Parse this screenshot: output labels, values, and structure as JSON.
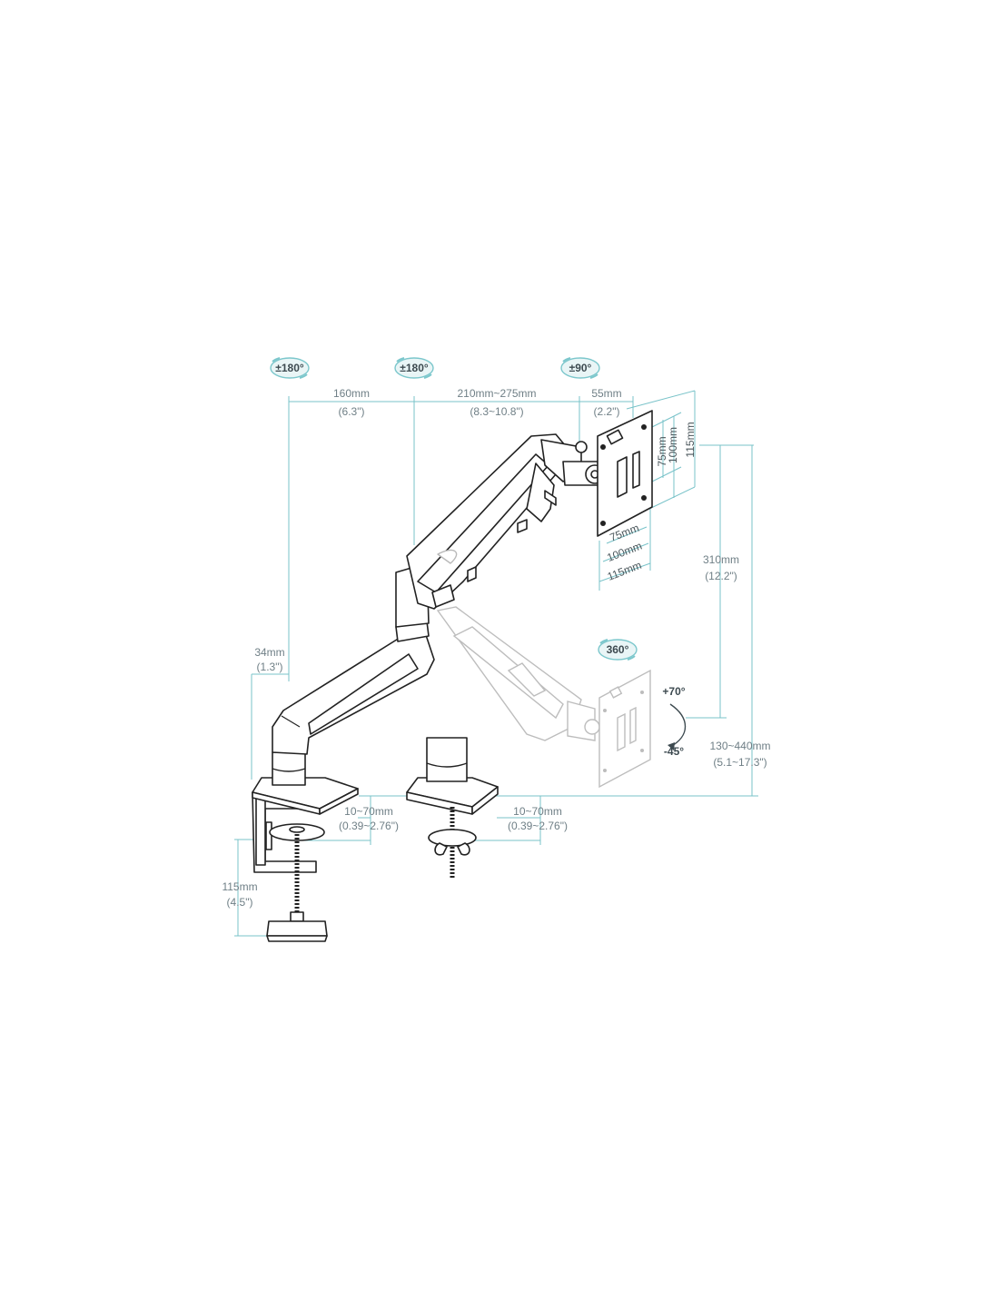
{
  "rotation_badges": {
    "base": "±180°",
    "elbow": "±180°",
    "head": "±90°",
    "swivel": "360°"
  },
  "dimensions": {
    "pole_to_elbow_mm": "160mm",
    "pole_to_elbow_in": "(6.3\")",
    "forearm_mm": "210mm~275mm",
    "forearm_in": "(8.3~10.8\")",
    "head_depth_mm": "55mm",
    "head_depth_in": "(2.2\")",
    "offset_mm": "34mm",
    "offset_in": "(1.3\")",
    "vesa_h_75": "75mm",
    "vesa_h_100": "100mm",
    "vesa_h_115": "115mm",
    "vesa_w_75": "75mm",
    "vesa_w_100": "100mm",
    "vesa_w_115": "115mm",
    "height_travel_mm": "310mm",
    "height_travel_in": "(12.2\")",
    "height_range_mm": "130~440mm",
    "height_range_in": "(5.1~17.3\")",
    "clamp_desk_mm": "10~70mm",
    "clamp_desk_in": "(0.39~2.76\")",
    "grommet_desk_mm": "10~70mm",
    "grommet_desk_in": "(0.39~2.76\")",
    "clamp_height_mm": "115mm",
    "clamp_height_in": "(4.5\")"
  },
  "tilt": {
    "up": "+70°",
    "down": "-45°"
  },
  "colors": {
    "dimension_line": "#79c3c9",
    "badge_fill": "#e9f5f6",
    "badge_ring": "#7cc7cc",
    "outline": "#222222"
  }
}
